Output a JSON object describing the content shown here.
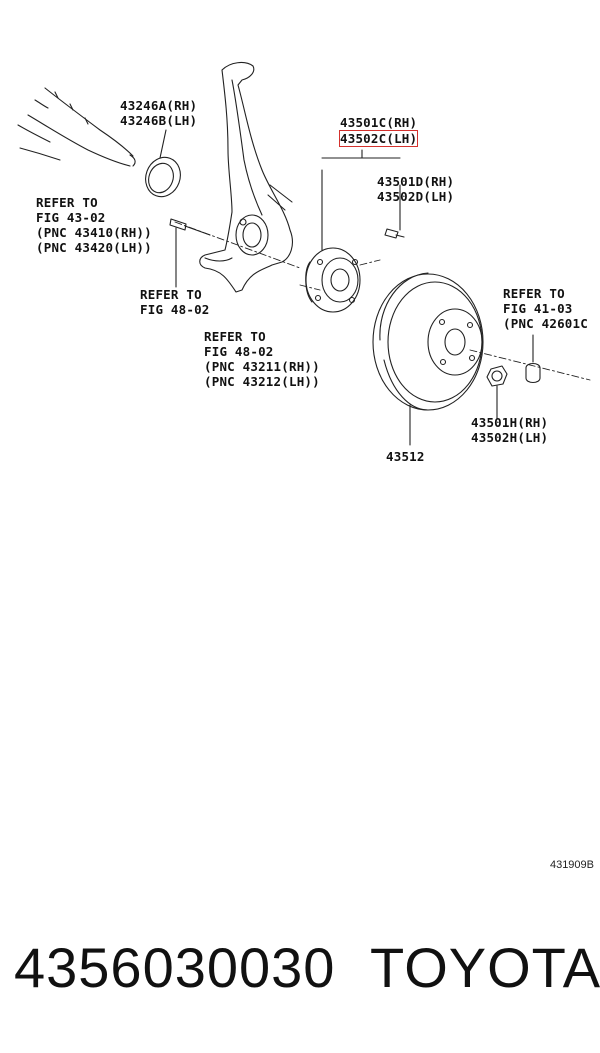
{
  "labels": {
    "dust_cover": [
      "43246A(RH)",
      "43246B(LH)"
    ],
    "refer_driveshaft": [
      "REFER TO",
      "FIG 43-02",
      "(PNC 43410(RH))",
      "(PNC 43420(LH))"
    ],
    "refer_knuckle_bolt": [
      "REFER TO",
      "FIG 48-02"
    ],
    "refer_knuckle": [
      "REFER TO",
      "FIG 48-02",
      "(PNC 43211(RH))",
      "(PNC 43212(LH))"
    ],
    "hub_rh": "43501C(RH)",
    "hub_lh": "43502C(LH)",
    "hub_bolt": [
      "43501D(RH)",
      "43502D(LH)"
    ],
    "refer_wheel": [
      "REFER TO",
      "FIG 41-03",
      "(PNC 42601C"
    ],
    "hub_nut": [
      "43501H(RH)",
      "43502H(LH)"
    ],
    "rotor": "43512"
  },
  "illustration_code": "431909B",
  "footer": {
    "part_number": "4356030030",
    "brand": "TOYOTA"
  },
  "highlight_color": "#d4312d"
}
